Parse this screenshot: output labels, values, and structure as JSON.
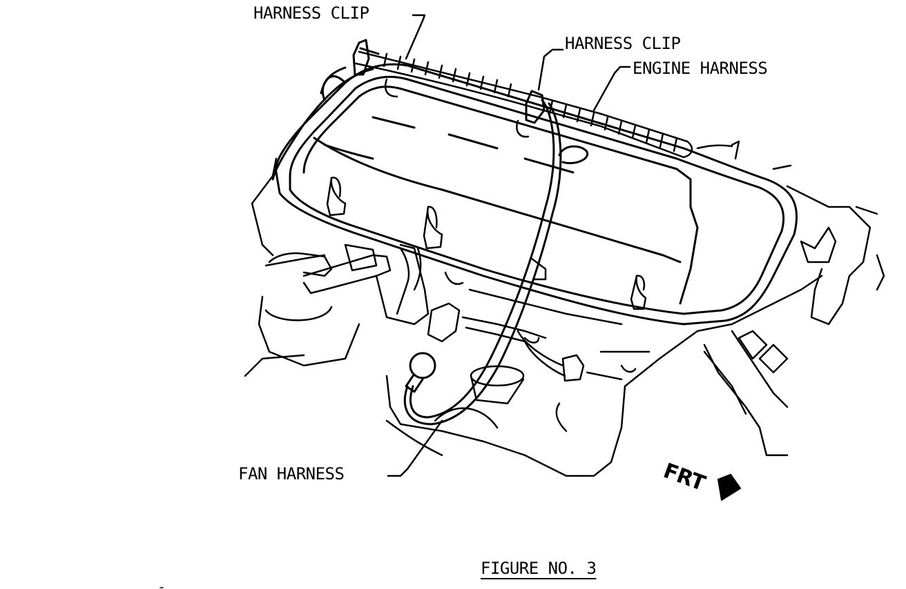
{
  "labels": {
    "harness_clip_1": "HARNESS CLIP",
    "harness_clip_2": "HARNESS CLIP",
    "engine_harness": "ENGINE HARNESS",
    "fan_harness": "FAN HARNESS",
    "front": "FRT",
    "figure": "FIGURE NO. 3"
  },
  "colors": {
    "ink": "#000000",
    "paper": "#ffffff"
  },
  "icons": {
    "front_arrow": "front-arrow-icon"
  }
}
